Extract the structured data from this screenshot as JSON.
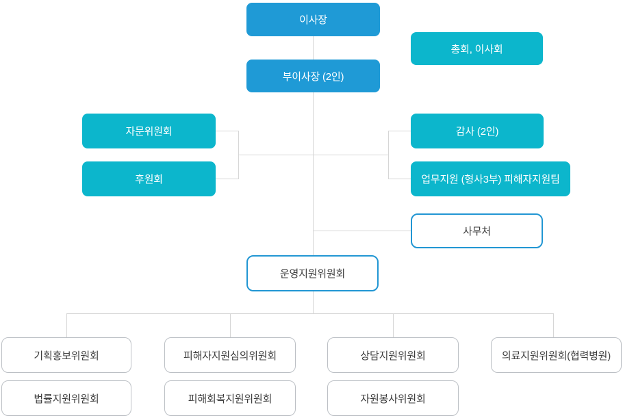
{
  "colors": {
    "solid_blue": "#1f9ad6",
    "solid_cyan": "#0cb6cc",
    "outline_blue": "#2196d3",
    "outline_gray": "#bcc0c5",
    "connector_line": "#d6d6d6",
    "text_on_solid": "#ffffff",
    "text_on_outline": "#3d3d3d",
    "background": "#ffffff"
  },
  "nodes": {
    "chairman": {
      "label": "이사장"
    },
    "vice_chairman": {
      "label": "부이사장 (2인)"
    },
    "general_assembly": {
      "label": "총회, 이사회"
    },
    "advisory_committee": {
      "label": "자문위원회"
    },
    "supporters_association": {
      "label": "후원회"
    },
    "auditors": {
      "label": "감사 (2인)"
    },
    "work_support_team": {
      "label": "업무지원 (형사3부) 피해자지원팀"
    },
    "secretariat": {
      "label": "사무처"
    },
    "operation_support_committee": {
      "label": "운영지원위원회"
    },
    "planning_pr_committee": {
      "label": "기획홍보위원회"
    },
    "victim_support_review_committee": {
      "label": "피해자지원심의위원회"
    },
    "counseling_support_committee": {
      "label": "상담지원위원회"
    },
    "medical_support_committee": {
      "label": "의료지원위원회(협력병원)"
    },
    "legal_support_committee": {
      "label": "법률지원위원회"
    },
    "recovery_support_committee": {
      "label": "피해회복지원위원회"
    },
    "volunteer_committee": {
      "label": "자원봉사위원회"
    }
  }
}
